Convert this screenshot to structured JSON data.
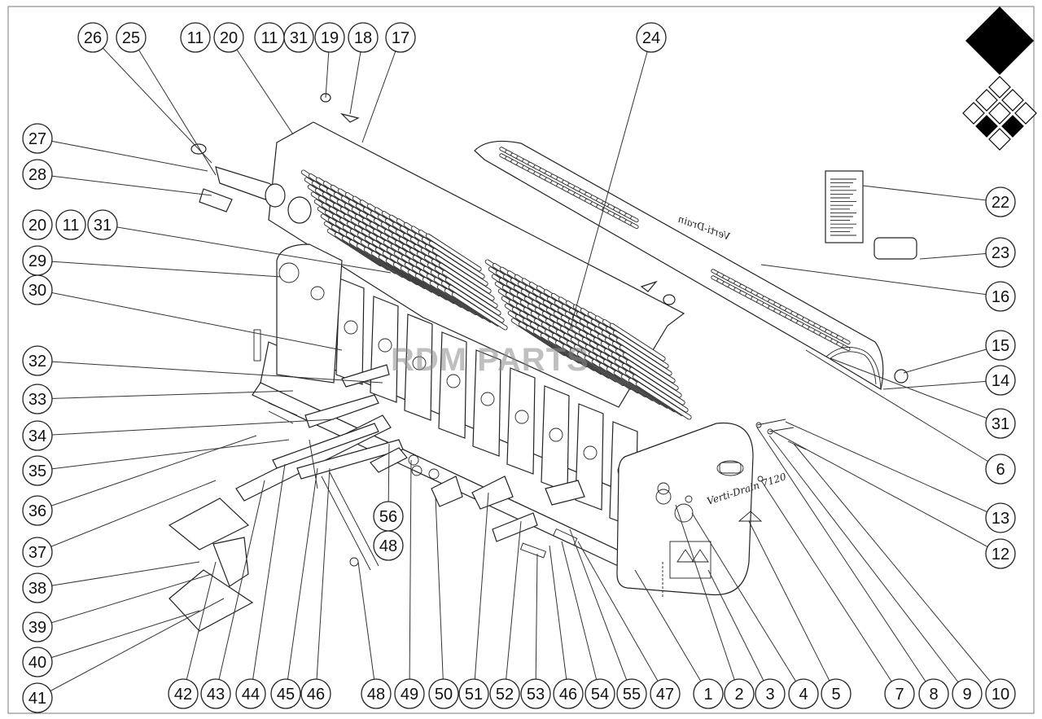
{
  "diagram": {
    "watermark": "RDM PARTS",
    "decal_text": "Verti-Drain",
    "model_text": "Verti-Drain 7120",
    "callouts": [
      "26",
      "25",
      "11",
      "20",
      "11",
      "31",
      "19",
      "18",
      "17",
      "24",
      "27",
      "28",
      "20",
      "11",
      "31",
      "29",
      "30",
      "32",
      "33",
      "34",
      "35",
      "36",
      "37",
      "38",
      "39",
      "40",
      "41",
      "42",
      "43",
      "44",
      "45",
      "46",
      "48",
      "49",
      "50",
      "51",
      "52",
      "53",
      "46",
      "54",
      "55",
      "47",
      "1",
      "2",
      "3",
      "4",
      "5",
      "7",
      "8",
      "9",
      "10",
      "56",
      "48",
      "22",
      "23",
      "16",
      "15",
      "14",
      "31",
      "6",
      "13",
      "12"
    ]
  }
}
